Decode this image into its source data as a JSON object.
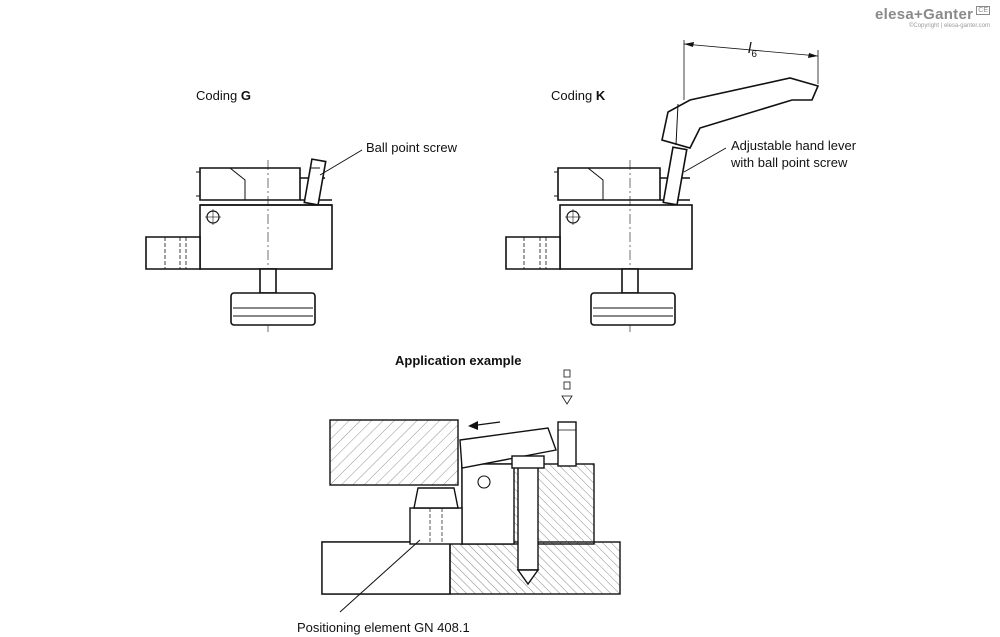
{
  "brand": {
    "name": "elesa+Ganter",
    "copyright": "©Copyright | elesa-ganter.com",
    "mark": "CE"
  },
  "coding_g": {
    "prefix": "Coding ",
    "letter": "G"
  },
  "coding_k": {
    "prefix": "Coding ",
    "letter": "K"
  },
  "labels": {
    "ball_point_screw": "Ball point screw",
    "adjustable_lever_line1": "Adjustable hand lever",
    "adjustable_lever_line2": "with ball point screw",
    "dimension": "l",
    "dimension_sub": "6",
    "application_title": "Application example",
    "positioning_element": "Positioning element GN 408.1"
  }
}
